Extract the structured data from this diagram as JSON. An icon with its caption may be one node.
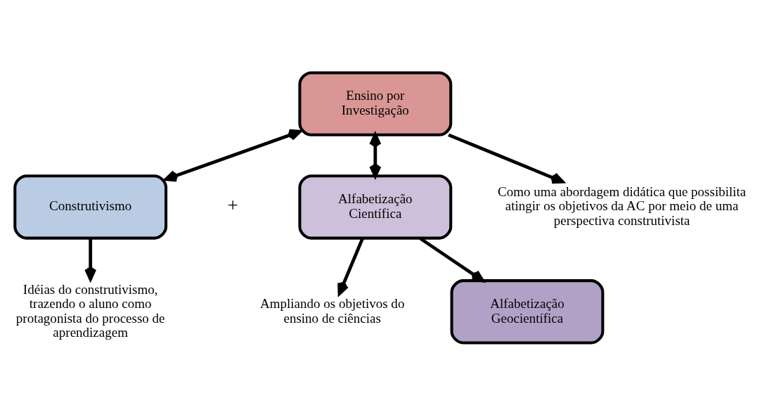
{
  "diagram": {
    "nodes": [
      {
        "text": [
          "Construtivismo"
        ]
      },
      {
        "text": [
          "Alfabetização Científica"
        ]
      },
      {
        "text": [
          "Idéias do construtivismo, trazendo o aluno como protagonista do processo de aprendizagem"
        ]
      },
      {
        "text": [
          "Ampliando os objetivos do ensino de ciências"
        ]
      },
      {
        "text": [
          "Ensino por Investigação"
        ]
      },
      {
        "text": [
          "Alfabetização Geocientífica"
        ]
      },
      {
        "text": [
          "Como uma abordagem didática que possibilita atingir os objetivos da AC por meio de uma perspectiva construtivista"
        ]
      }
    ],
    "edges": [
      {
        "from": 0,
        "to": 2,
        "arrow": "to"
      },
      {
        "from": 1,
        "to": 3,
        "arrow": "to"
      },
      {
        "from": 4,
        "to": 0,
        "arrow": "both"
      },
      {
        "from": 4,
        "to": 1,
        "arrow": "both"
      },
      {
        "from": 1,
        "to": 5,
        "arrow": "to"
      },
      {
        "from": 4,
        "to": 6,
        "arrow": "to"
      }
    ],
    "labels": [
      "+"
    ]
  }
}
